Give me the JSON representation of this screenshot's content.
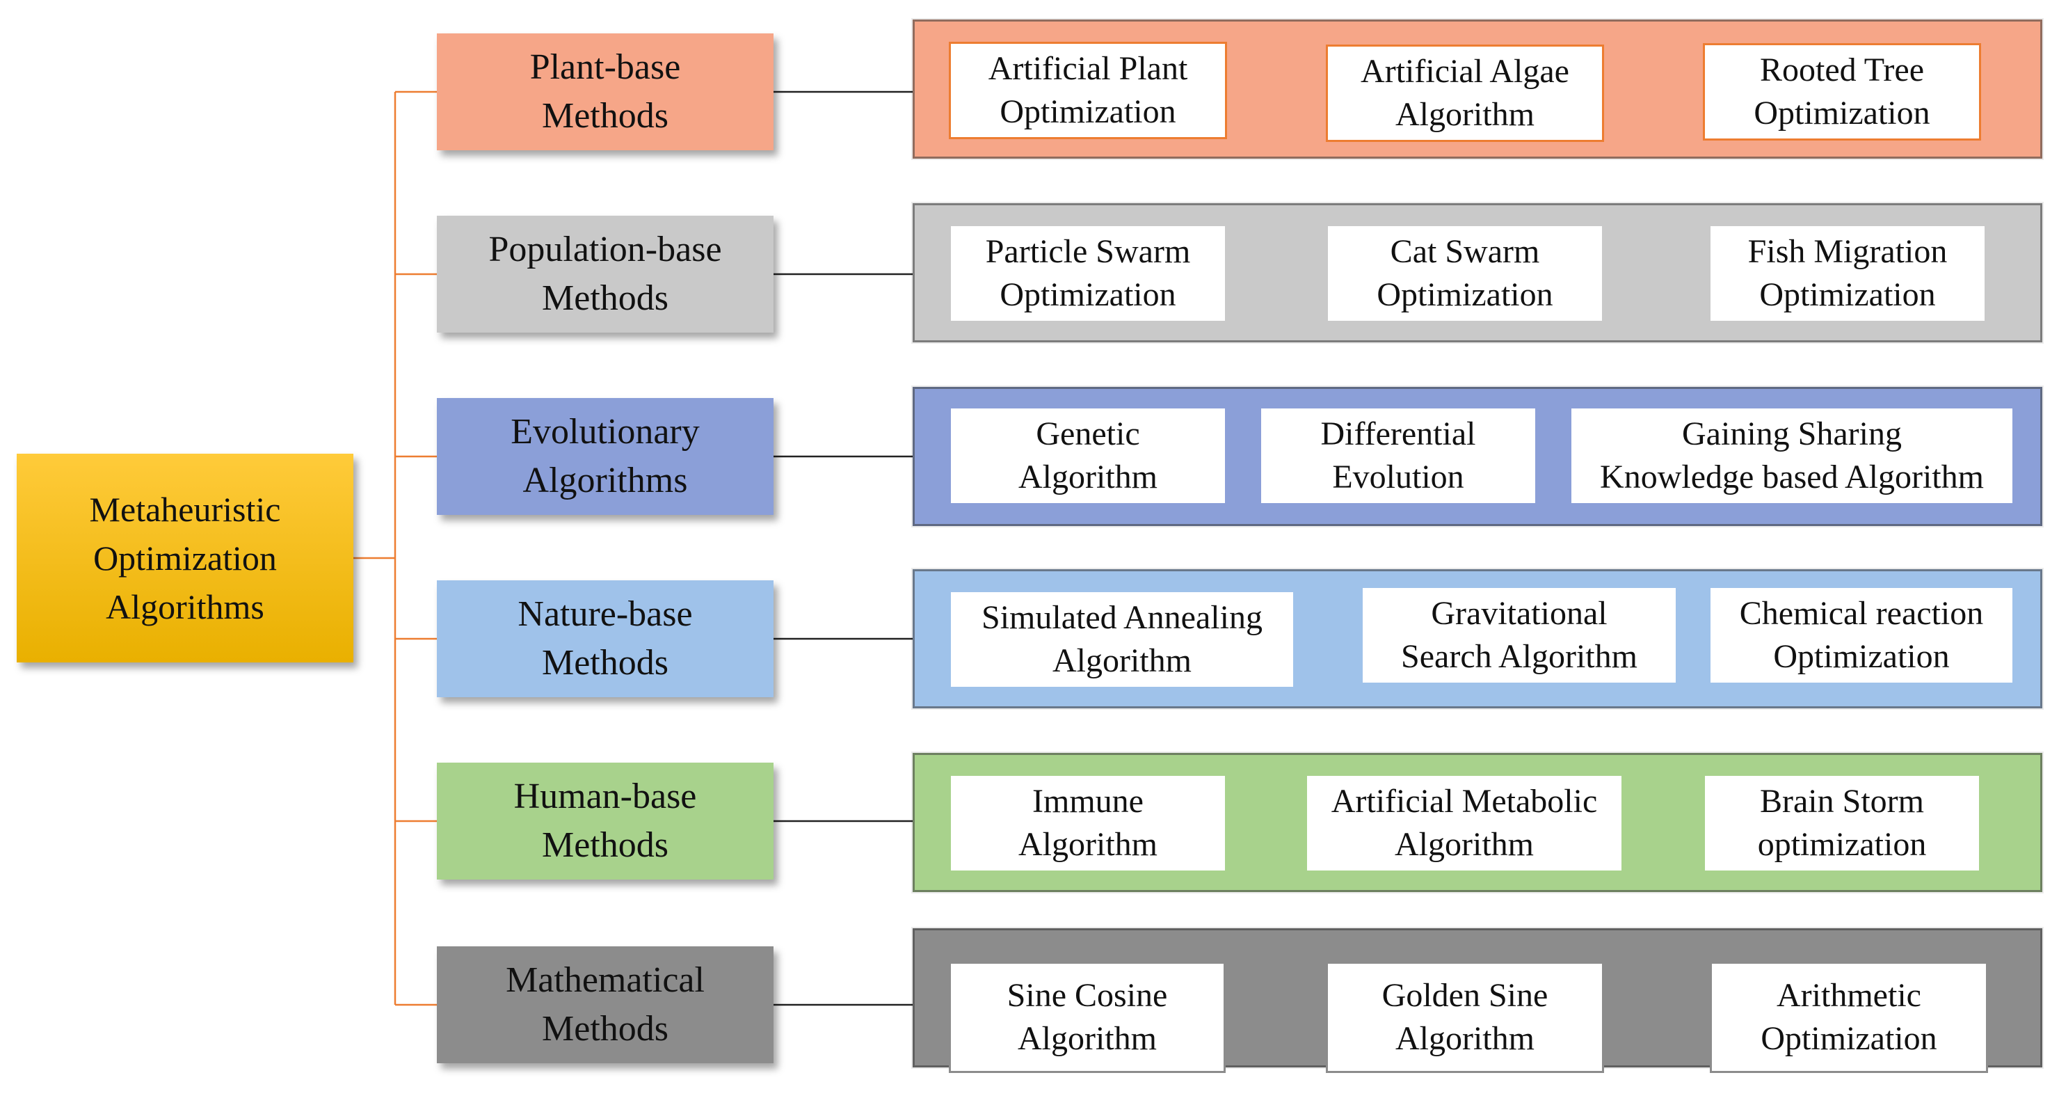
{
  "root": {
    "label": "Metaheuristic\nOptimization\nAlgorithms",
    "color": "#f5bd16"
  },
  "connector_colors": {
    "tree": "#ed7d31",
    "link": "#222222"
  },
  "categories": [
    {
      "label": "Plant-base\nMethods",
      "box_color": "#f6a688",
      "band_color": "#f6a688",
      "item_border": "#ed7d31",
      "items": [
        "Artificial Plant\nOptimization",
        "Artificial Algae\nAlgorithm",
        "Rooted Tree\nOptimization"
      ]
    },
    {
      "label": "Population-base\nMethods",
      "box_color": "#c9c9c9",
      "band_color": "#c9c9c9",
      "item_border": "#c9c9c9",
      "items": [
        "Particle Swarm\nOptimization",
        "Cat Swarm\nOptimization",
        "Fish Migration\nOptimization"
      ]
    },
    {
      "label": "Evolutionary\nAlgorithms",
      "box_color": "#8b9fd8",
      "band_color": "#8b9fd8",
      "item_border": "#8b9fd8",
      "items": [
        "Genetic\nAlgorithm",
        "Differential\nEvolution",
        "Gaining Sharing\nKnowledge based Algorithm"
      ]
    },
    {
      "label": "Nature-base\nMethods",
      "box_color": "#9fc2ea",
      "band_color": "#9fc2ea",
      "item_border": "#9fc2ea",
      "items": [
        "Simulated Annealing\nAlgorithm",
        "Gravitational\nSearch Algorithm",
        "Chemical reaction\nOptimization"
      ]
    },
    {
      "label": "Human-base\nMethods",
      "box_color": "#a8d28c",
      "band_color": "#a8d28c",
      "item_border": "#a8d28c",
      "items": [
        "Immune\nAlgorithm",
        "Artificial Metabolic\nAlgorithm",
        "Brain Storm\noptimization"
      ]
    },
    {
      "label": "Mathematical\nMethods",
      "box_color": "#8c8c8c",
      "band_color": "#8c8c8c",
      "item_border": "#8c8c8c",
      "items": [
        "Sine Cosine\nAlgorithm",
        "Golden Sine\nAlgorithm",
        "Arithmetic\nOptimization"
      ]
    }
  ]
}
